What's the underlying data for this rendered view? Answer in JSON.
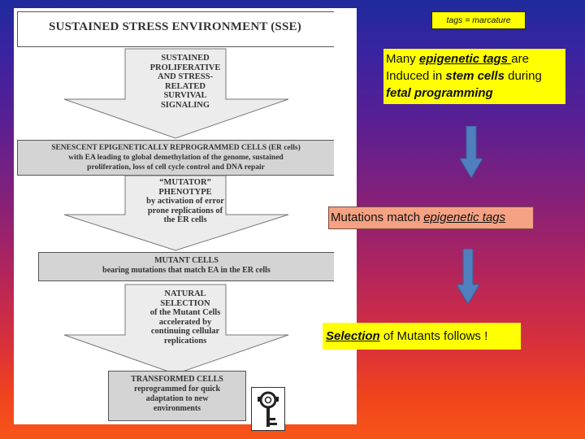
{
  "flow": {
    "title": "SUSTAINED STRESS ENVIRONMENT (SSE)",
    "arrow1": [
      "SUSTAINED",
      "PROLIFERATIVE",
      "AND STRESS-",
      "RELATED",
      "SURVIVAL",
      "SIGNALING"
    ],
    "box2": {
      "heading": "SENESCENT EPIGENETICALLY REPROGRAMMED CELLS (ER cells)",
      "line2": "with EA leading to global demethylation of the genome, sustained",
      "line3": "proliferation, loss of cell cycle control and DNA repair"
    },
    "arrow2": [
      "“MUTATOR”",
      "PHENOTYPE",
      "by activation of error",
      "prone replications of",
      "the ER cells"
    ],
    "box3": {
      "heading": "MUTANT CELLS",
      "line2": "bearing mutations that match EA in the ER cells"
    },
    "arrow3": [
      "NATURAL",
      "SELECTION",
      "of the Mutant Cells",
      "accelerated by",
      "continuing cellular",
      "replications"
    ],
    "box4": {
      "heading": "TRANSFORMED CELLS",
      "lines": [
        "reprogrammed for quick",
        "adaptation to new",
        "environments"
      ]
    }
  },
  "notes": {
    "tags": "tags = marcature",
    "note1": {
      "t1": "Many ",
      "t2": "epigenetic  tags ",
      "t3": "are",
      "t4": "Induced in ",
      "t5": "stem cells",
      "t6": " during",
      "t7": "fetal programming"
    },
    "note2": {
      "t1": "Mutations match ",
      "t2": "epigenetic tags"
    },
    "note3": {
      "t1": "Selection",
      "t2": " of Mutants follows !"
    }
  },
  "colors": {
    "yellow": "#ffff00",
    "salmon": "#f4a283",
    "arrow_blue": "#4f7fbf"
  }
}
